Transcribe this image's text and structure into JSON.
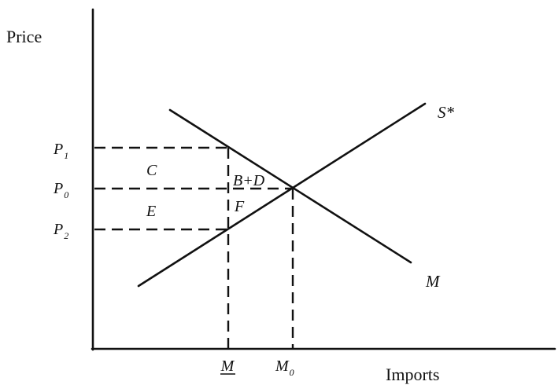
{
  "axes": {
    "y_label": "Price",
    "x_label": "Imports"
  },
  "curves": {
    "supply": "S*",
    "demand": "M"
  },
  "price_ticks": [
    {
      "sym": "P",
      "sub": "1"
    },
    {
      "sym": "P",
      "sub": "0"
    },
    {
      "sym": "P",
      "sub": "2"
    }
  ],
  "quantity_ticks": [
    {
      "sym": "M",
      "sub": "",
      "underline": true
    },
    {
      "sym": "M",
      "sub": "0",
      "underline": false
    }
  ],
  "areas": {
    "c": "C",
    "e": "E",
    "bd": "B+D",
    "f": "F"
  }
}
